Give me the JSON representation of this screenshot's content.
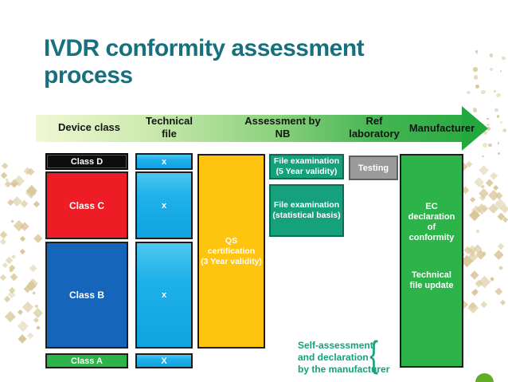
{
  "slide": {
    "title": "IVDR conformity assessment process"
  },
  "arrow": {
    "stages": [
      "Device class",
      "Technical\nfile",
      "Assessment by\nNB",
      "Ref\nlaboratory",
      "Manufacturer"
    ]
  },
  "classes": {
    "d": {
      "label": "Class D",
      "tech_file_mark": "x"
    },
    "c": {
      "label": "Class C",
      "tech_file_mark": "x"
    },
    "b": {
      "label": "Class B",
      "tech_file_mark": "x"
    },
    "a": {
      "label": "Class A",
      "tech_file_mark": "X"
    }
  },
  "qs": {
    "label": "QS\ncertification\n(3 Year validity)"
  },
  "nb_assessment": {
    "file_exam_5yr": "File examination\n(5 Year validity)",
    "file_exam_stat": "File examination\n(statistical basis)"
  },
  "ref_laboratory": {
    "testing": "Testing"
  },
  "manufacturer": {
    "ec_declaration": "EC\ndeclaration\nof\nconformity",
    "tech_file_update": "Technical\nfile update"
  },
  "note": {
    "self_assessment": "Self-assessment\nand declaration\nby the manufacturer",
    "brace": "{"
  },
  "colors": {
    "title_teal": "#16707f",
    "class_d_black": "#0d0d0d",
    "class_c_red": "#ee1c24",
    "class_b_blue": "#1566bb",
    "class_a_green": "#2cb34a",
    "tech_file_cyan": "#1fb1e9",
    "qs_yellow": "#ffc40e",
    "nb_teal": "#16a17d",
    "testing_gray": "#9b9b9b",
    "ec_green": "#2cb34a",
    "arrow_green": "#23a83e",
    "note_teal": "#12a17b",
    "dots_tan": "#d9c79a"
  }
}
